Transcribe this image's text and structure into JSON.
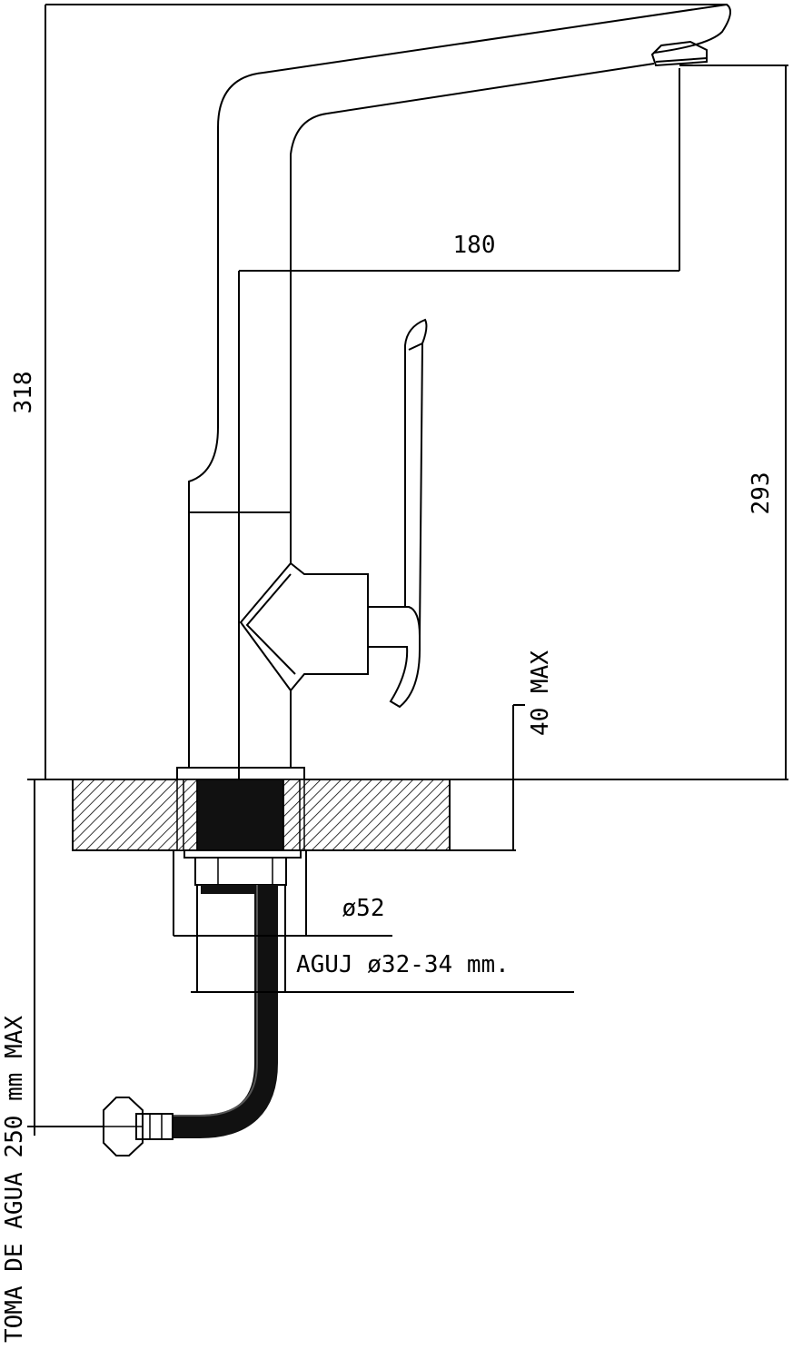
{
  "dimensions": {
    "total_height": "318",
    "spout_reach": "180",
    "spout_height": "293",
    "max_deck_thickness": "40 MAX",
    "shank_diameter": "ø52",
    "hole_diameter": "AGUJ ø32-34 mm.",
    "water_connection": "TOMA DE AGUA 250 mm MAX"
  },
  "colors": {
    "line": "#000000",
    "background": "#ffffff",
    "hose": "#111111"
  }
}
